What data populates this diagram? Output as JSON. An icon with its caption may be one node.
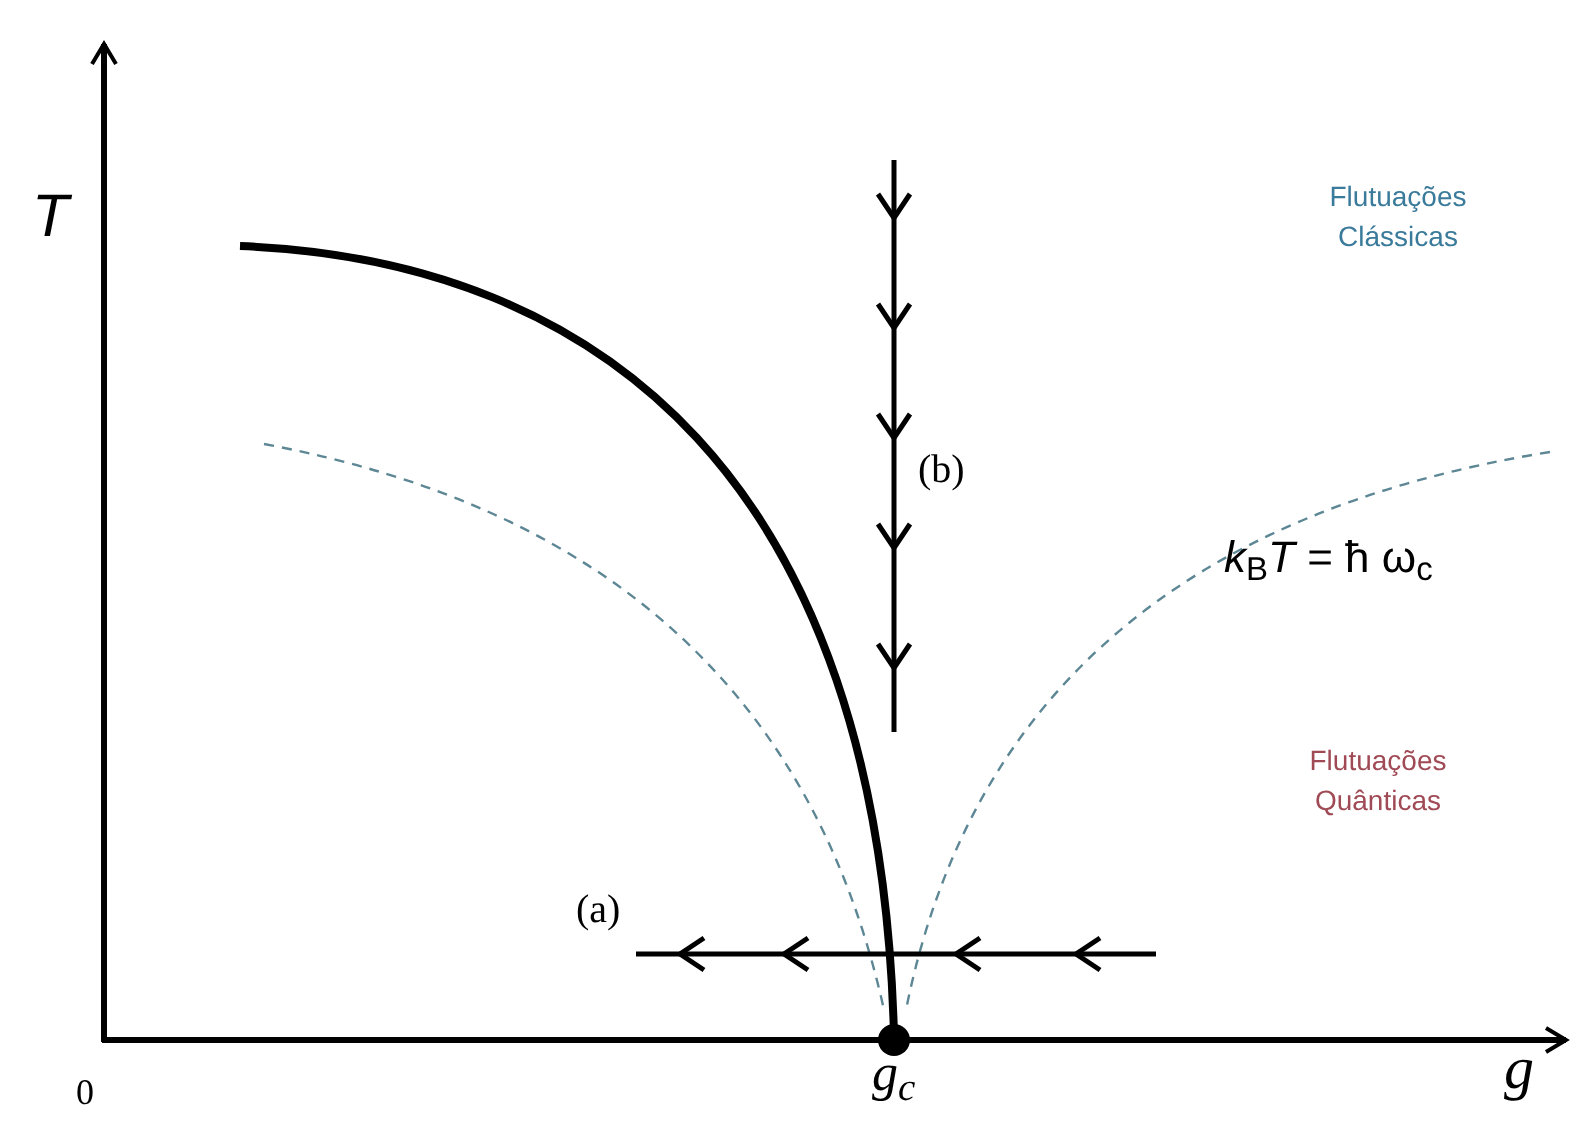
{
  "diagram": {
    "labels": [
      "T",
      "Flutuações Clássicas",
      "(b)",
      "*k*$_{B}$*T* = ħ ω$_{c}$",
      "Flutuações Quânticas",
      "(a)",
      "0",
      "g$_{c}$",
      "g"
    ]
  }
}
